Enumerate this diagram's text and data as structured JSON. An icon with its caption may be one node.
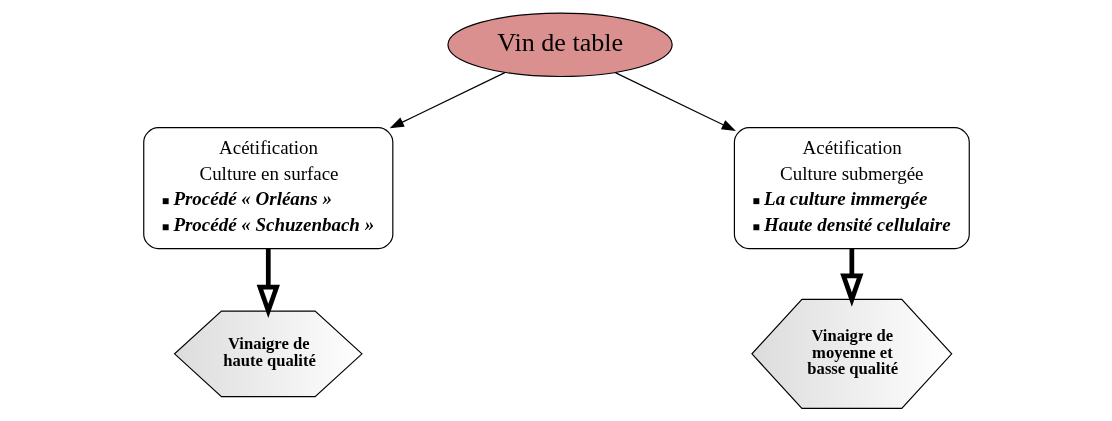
{
  "diagram": {
    "nodes": [
      {
        "text": [
          "Vin de table"
        ]
      },
      {
        "text": [
          "Acétification",
          "Culture en surface",
          "Procédé « Orléans »",
          "Procédé « Schuzenbach »"
        ]
      },
      {
        "text": [
          "Acétification",
          "Culture submergée",
          "La culture immergée",
          "Haute densité cellulaire"
        ]
      },
      {
        "text": [
          "Vinaigre de haute qualité"
        ]
      },
      {
        "text": [
          "Vinaigre de moyenne et basse qualité"
        ]
      }
    ],
    "edges": [
      {
        "from": 0,
        "to": 1,
        "arrow": "to"
      },
      {
        "from": 0,
        "to": 2,
        "arrow": "to"
      },
      {
        "from": 1,
        "to": 3,
        "arrow": "to",
        "style": "thick"
      },
      {
        "from": 2,
        "to": 4,
        "arrow": "to",
        "style": "thick"
      }
    ]
  }
}
